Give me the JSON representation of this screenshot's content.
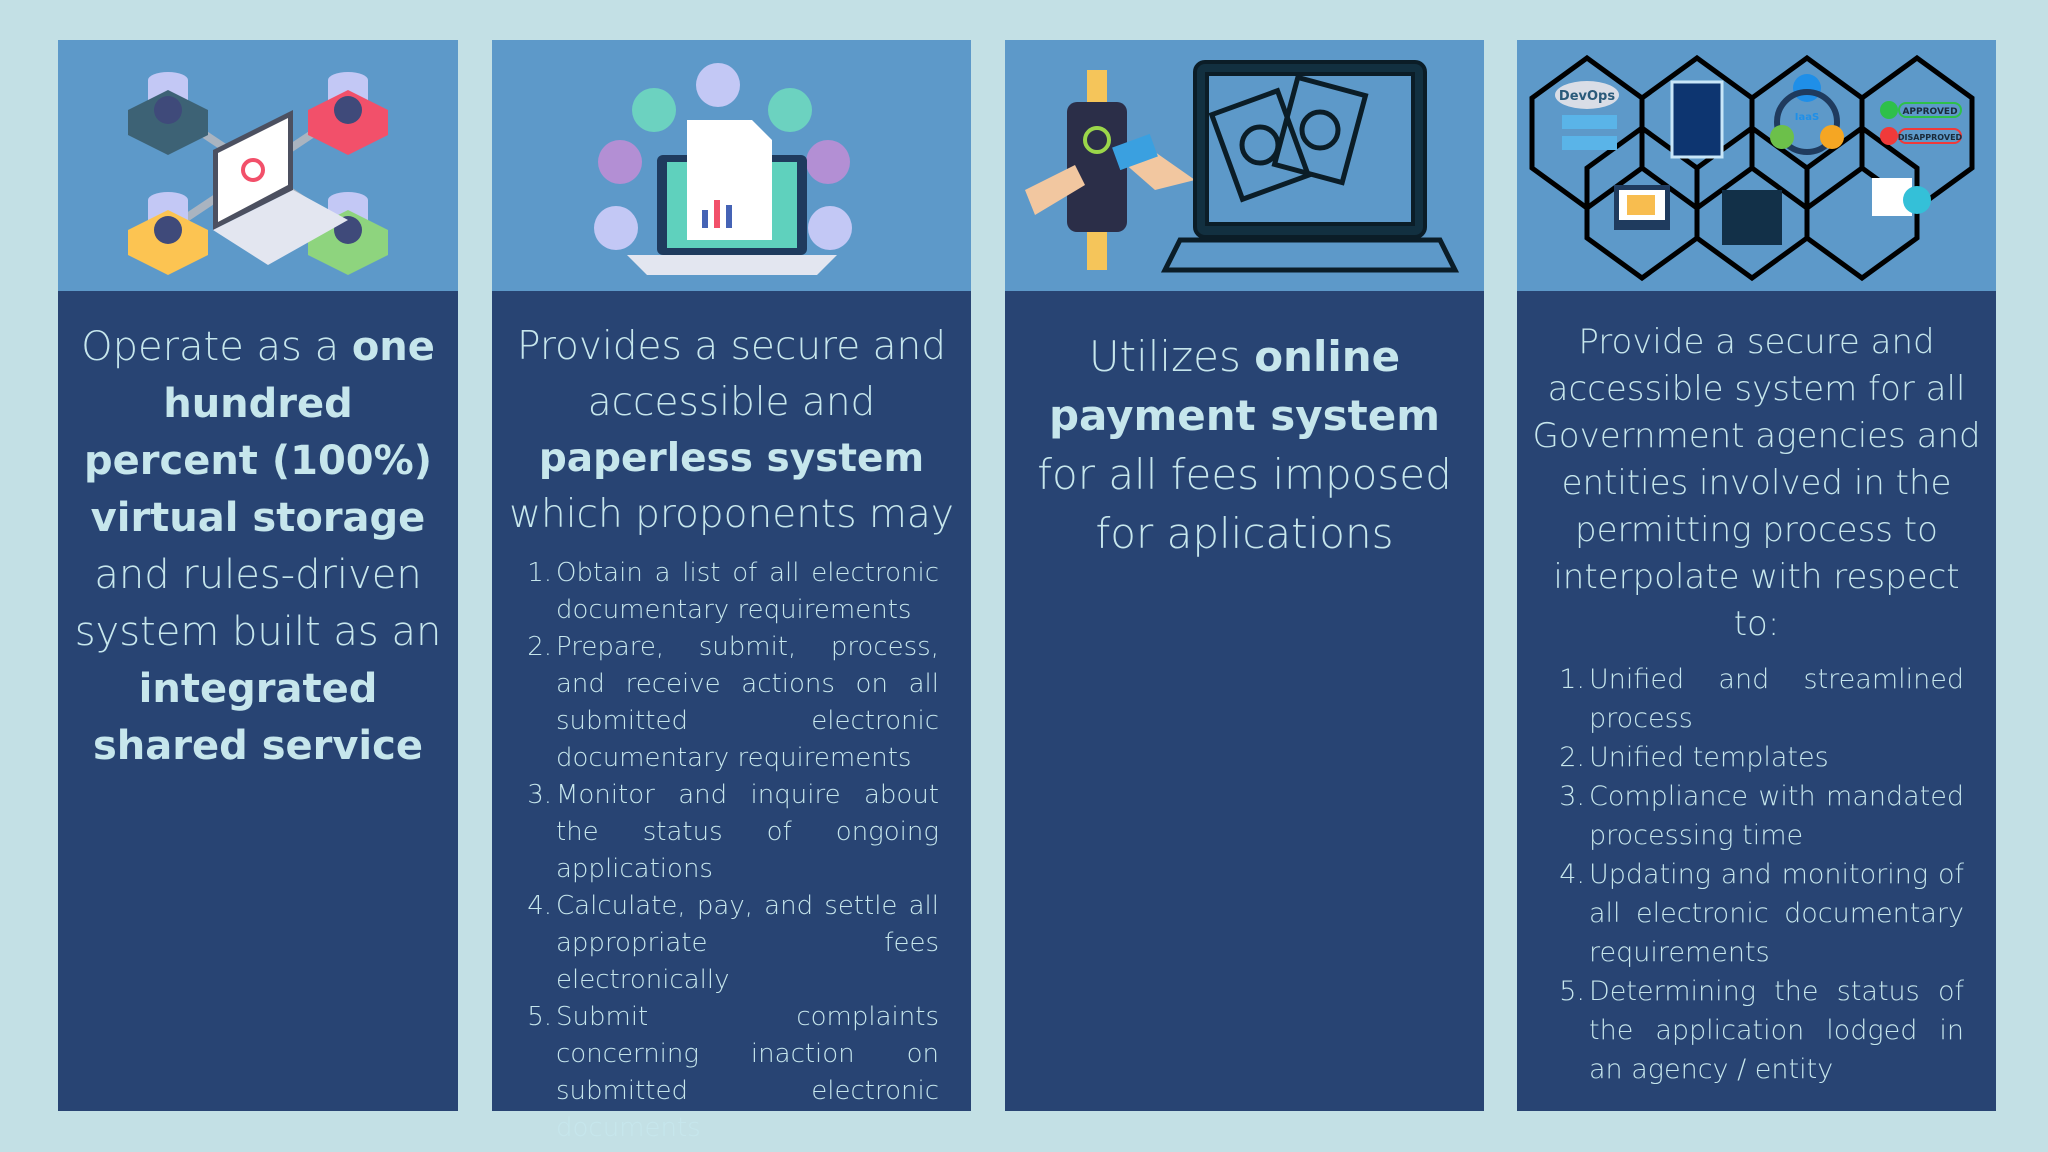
{
  "panels": [
    {
      "lead_parts": [
        "Operate as a ",
        "one hundred percent (100%) virtual storage",
        " and rules-driven system built as an ",
        "integrated shared service"
      ]
    },
    {
      "lead_parts": [
        "Provides a secure and accessible and ",
        "paperless system",
        " which proponents may"
      ],
      "items": [
        "Obtain a list of all electronic documentary requirements",
        "Prepare, submit, process, and receive actions on all submitted electronic documentary requirements",
        "Monitor and inquire about the status of ongoing applications",
        "Calculate, pay, and settle all appropriate fees electronically",
        "Submit complaints concerning inaction on submitted electronic documents"
      ]
    },
    {
      "lead_parts": [
        "Utilizes ",
        "online payment system",
        " for all fees imposed for aplications"
      ]
    },
    {
      "lead_parts": [
        "Provide a secure and accessible system for all Government agencies and entities involved in the permitting process to interpolate with respect to:"
      ],
      "items": [
        "Unified and streamlined process",
        "Unified templates",
        "Compliance with mandated processing time",
        "Updating and monitoring of all electronic documentary requirements",
        "Determining the status of the application lodged in an agency / entity"
      ],
      "icon_labels": [
        "DevOps",
        "IaaS",
        "APPROVED",
        "DISAPPROVED"
      ]
    }
  ],
  "numbers": [
    "1.",
    "2.",
    "3.",
    "4.",
    "5."
  ],
  "colors": {
    "background": "#c3e0e5",
    "image_band": "#5d99c9",
    "panel": "#284473",
    "text": "#c6e6ec"
  }
}
